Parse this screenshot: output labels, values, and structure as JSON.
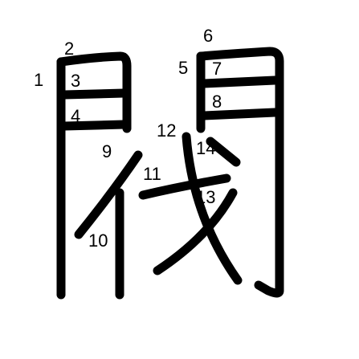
{
  "colors": {
    "stroke": "#000000",
    "background": "#ffffff"
  },
  "stroke_numbers": [
    "1",
    "2",
    "3",
    "4",
    "5",
    "6",
    "7",
    "8",
    "9",
    "10",
    "11",
    "12",
    "13",
    "14"
  ]
}
